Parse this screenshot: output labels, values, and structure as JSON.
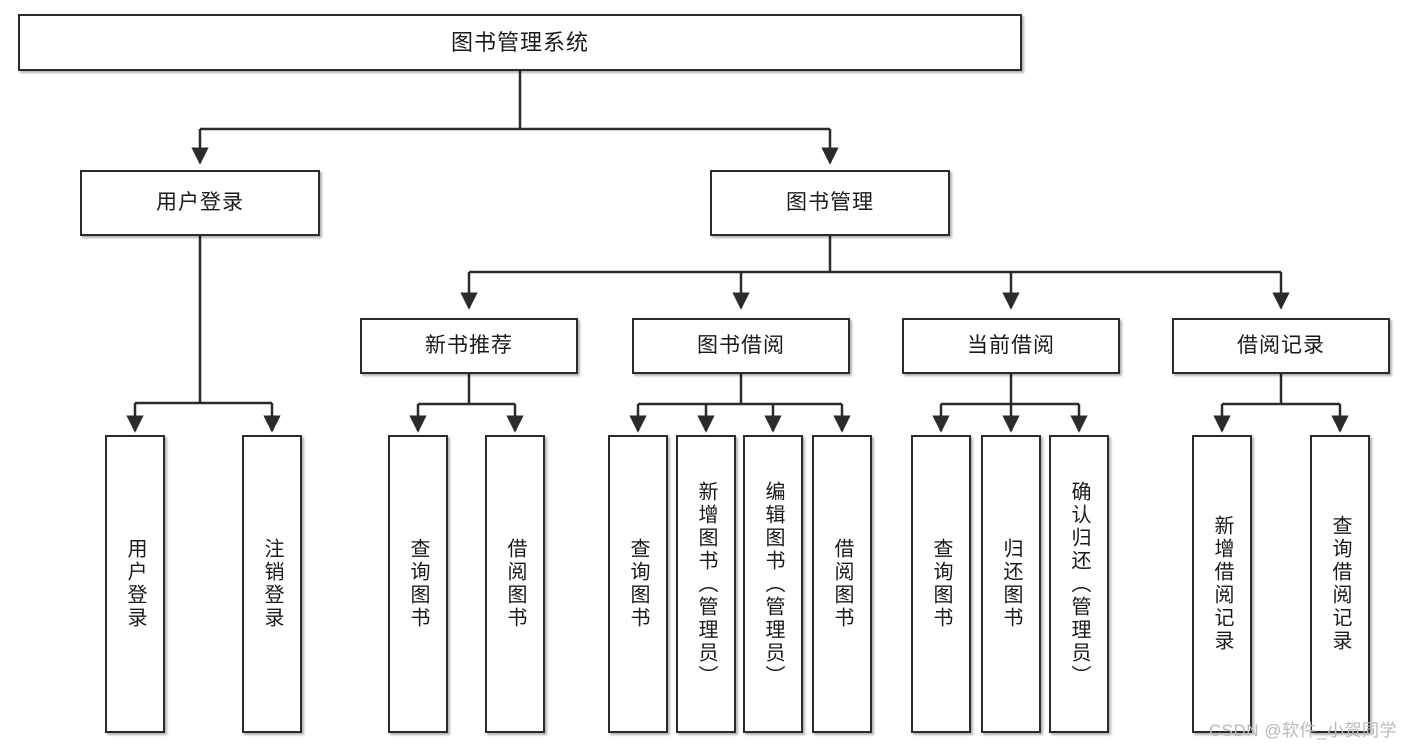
{
  "diagram": {
    "title": "图书管理系统",
    "type": "tree",
    "colors": {
      "box_border": "#2b2b2b",
      "box_fill": "#ffffff",
      "connector": "#2b2b2b",
      "text": "#1a1a1a",
      "watermark": "#b9b9b9",
      "background": "#ffffff"
    },
    "levels": {
      "root": {
        "label": "图书管理系统"
      },
      "level2": [
        {
          "id": "user-login",
          "label": "用户登录"
        },
        {
          "id": "book-manage",
          "label": "图书管理"
        }
      ],
      "level3": [
        {
          "id": "new-book-recommend",
          "label": "新书推荐",
          "parent": "book-manage"
        },
        {
          "id": "book-borrow",
          "label": "图书借阅",
          "parent": "book-manage"
        },
        {
          "id": "current-borrow",
          "label": "当前借阅",
          "parent": "book-manage"
        },
        {
          "id": "borrow-record",
          "label": "借阅记录",
          "parent": "book-manage"
        }
      ],
      "leaves": [
        {
          "id": "leaf-user-login",
          "label": "用户登录",
          "parent": "user-login"
        },
        {
          "id": "leaf-logout-login",
          "label": "注销登录",
          "parent": "user-login"
        },
        {
          "id": "leaf-query-book-1",
          "label": "查询图书",
          "parent": "new-book-recommend"
        },
        {
          "id": "leaf-borrow-book-1",
          "label": "借阅图书",
          "parent": "new-book-recommend"
        },
        {
          "id": "leaf-query-book-2",
          "label": "查询图书",
          "parent": "book-borrow"
        },
        {
          "id": "leaf-add-book",
          "label": "新增图书（管理员）",
          "parent": "book-borrow"
        },
        {
          "id": "leaf-edit-book",
          "label": "编辑图书（管理员）",
          "parent": "book-borrow"
        },
        {
          "id": "leaf-borrow-book-2",
          "label": "借阅图书",
          "parent": "book-borrow"
        },
        {
          "id": "leaf-query-book-3",
          "label": "查询图书",
          "parent": "current-borrow"
        },
        {
          "id": "leaf-return-book",
          "label": "归还图书",
          "parent": "current-borrow"
        },
        {
          "id": "leaf-confirm-return",
          "label": "确认归还（管理员）",
          "parent": "current-borrow"
        },
        {
          "id": "leaf-add-record",
          "label": "新增借阅记录",
          "parent": "borrow-record"
        },
        {
          "id": "leaf-query-record",
          "label": "查询借阅记录",
          "parent": "borrow-record"
        }
      ]
    },
    "watermark": "CSDN @软件_小贺同学"
  }
}
